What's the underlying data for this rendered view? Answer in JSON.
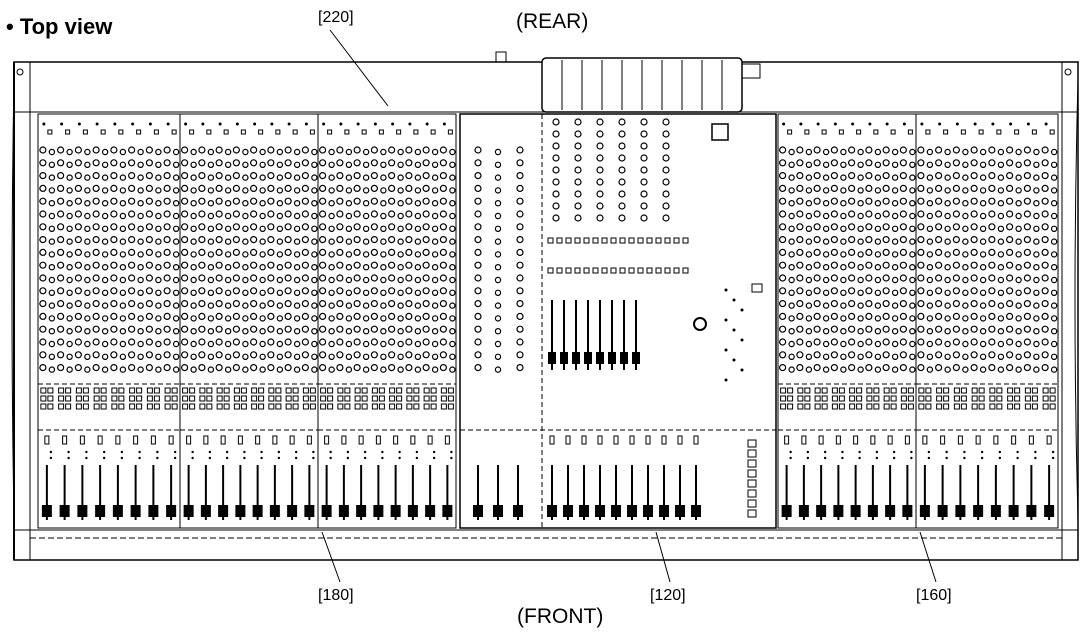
{
  "header": {
    "title": "• Top view"
  },
  "orientation": {
    "rear": "(REAR)",
    "front": "(FRONT)"
  },
  "callouts": {
    "top": "[220]",
    "left": "[180]",
    "center": "[120]",
    "right": "[160]"
  },
  "ink_color": "#000000",
  "panel_fill": "#ffffff"
}
